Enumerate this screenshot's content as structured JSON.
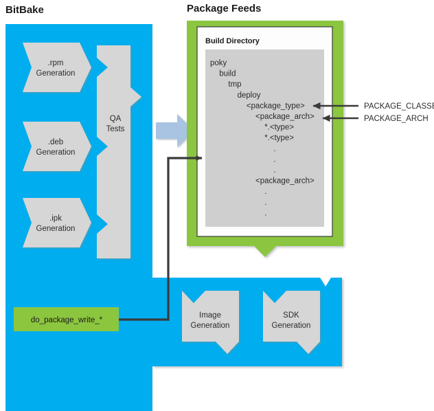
{
  "diagram": {
    "title_left": "BitBake",
    "title_right": "Package Feeds"
  },
  "colors": {
    "bitbake_blue": "#00AEEF",
    "package_feeds_green": "#8CC63F",
    "chevron_grey": "#D6D6D6",
    "inner_panel_grey": "#CFCFCF",
    "white_panel": "#FDFDFD",
    "arrow_dark": "#3A3A3A",
    "big_arrow_blue": "#A9C4E2",
    "text_dark": "#2B2B2B"
  },
  "bitbake": {
    "generation_steps": [
      {
        "line1": ".rpm",
        "line2": "Generation"
      },
      {
        "line1": ".deb",
        "line2": "Generation"
      },
      {
        "line1": ".ipk",
        "line2": "Generation"
      }
    ],
    "qa": {
      "line1": "QA",
      "line2": "Tests"
    },
    "task": {
      "label": "do_package_write_*"
    }
  },
  "package_feeds": {
    "build_directory_title": "Build Directory",
    "tree": [
      {
        "text": "poky",
        "indent": 0
      },
      {
        "text": "build",
        "indent": 1
      },
      {
        "text": "tmp",
        "indent": 2
      },
      {
        "text": "deploy",
        "indent": 3
      },
      {
        "text": "<package_type>",
        "indent": 4
      },
      {
        "text": "<package_arch>",
        "indent": 5
      },
      {
        "text": "*.<type>",
        "indent": 6
      },
      {
        "text": "*.<type>",
        "indent": 6
      },
      {
        "text": ".",
        "indent": 7
      },
      {
        "text": ".",
        "indent": 7
      },
      {
        "text": ".",
        "indent": 7
      },
      {
        "text": "<package_arch>",
        "indent": 5
      },
      {
        "text": ".",
        "indent": 6
      },
      {
        "text": ".",
        "indent": 6
      },
      {
        "text": ".",
        "indent": 6
      }
    ]
  },
  "variables": [
    {
      "name": "PACKAGE_CLASSES",
      "points_to": "<package_type>"
    },
    {
      "name": "PACKAGE_ARCH",
      "points_to": "<package_arch>"
    }
  ],
  "outputs": [
    {
      "line1": "Image",
      "line2": "Generation"
    },
    {
      "line1": "SDK",
      "line2": "Generation"
    }
  ]
}
